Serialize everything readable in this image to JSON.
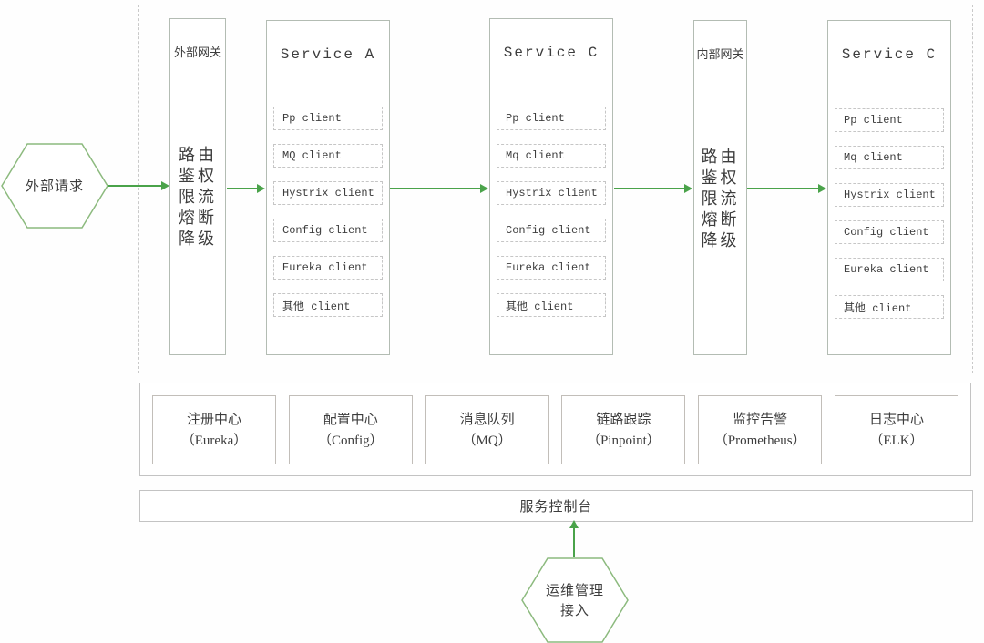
{
  "diagram_title": "microservice-architecture",
  "external_request": {
    "label": "外部请求"
  },
  "external_gateway": {
    "title": "外部网关",
    "functions": [
      "路由",
      "鉴权",
      "限流",
      "熔断",
      "降级"
    ]
  },
  "internal_gateway": {
    "title": "内部网关",
    "functions": [
      "路由",
      "鉴权",
      "限流",
      "熔断",
      "降级"
    ]
  },
  "services": [
    {
      "title": "Service A",
      "clients": [
        "Pp client",
        "MQ client",
        "Hystrix client",
        "Config client",
        "Eureka client",
        "其他 client"
      ]
    },
    {
      "title": "Service C",
      "clients": [
        "Pp client",
        "Mq client",
        "Hystrix client",
        "Config client",
        "Eureka client",
        "其他 client"
      ]
    },
    {
      "title": "Service C",
      "clients": [
        "Pp client",
        "Mq client",
        "Hystrix client",
        "Config client",
        "Eureka client",
        "其他 client"
      ]
    }
  ],
  "infrastructure": [
    {
      "name": "注册中心",
      "tech": "（Eureka）"
    },
    {
      "name": "配置中心",
      "tech": "（Config）"
    },
    {
      "name": "消息队列",
      "tech": "（MQ）"
    },
    {
      "name": "链路跟踪",
      "tech": "（Pinpoint）"
    },
    {
      "name": "监控告警",
      "tech": "（Prometheus）"
    },
    {
      "name": "日志中心",
      "tech": "（ELK）"
    }
  ],
  "console": {
    "label": "服务控制台"
  },
  "ops_access": {
    "line1": "运维管理",
    "line2": "接入"
  },
  "colors": {
    "arrow": "#4aa34a",
    "hexagon_border": "#8cba7e",
    "service_border": "#b3bcb3",
    "dashed_boundary": "#c9c9c9",
    "client_border": "#c6c6c6",
    "infra_border": "#c2beb9",
    "text": "#3d3d3d"
  }
}
